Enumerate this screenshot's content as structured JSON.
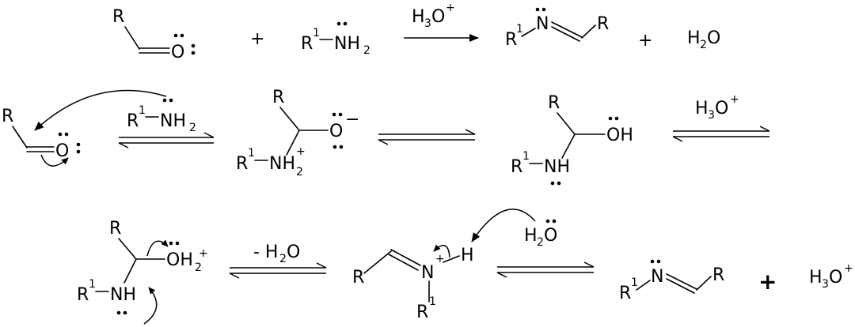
{
  "overall": {
    "r": "R",
    "o": "O",
    "plus1": "+",
    "r1": "R",
    "one": "1",
    "nh": "NH",
    "two": "2",
    "reagent": "H",
    "reagent_sub": "3",
    "reagent_o": "O",
    "reagent_sup": "+",
    "p_r1": "R",
    "p_one": "1",
    "p_n": "N",
    "p_r": "R",
    "plus2": "+",
    "water_h": "H",
    "water_sub": "2",
    "water_o": "O"
  },
  "step1": {
    "r": "R",
    "o": "O",
    "am_r": "R",
    "am_one": "1",
    "am_nh": "NH",
    "am_two": "2",
    "z_r": "R",
    "z_o": "O",
    "z_minus": "−",
    "z_r1": "R",
    "z_one": "1",
    "z_nh": "NH",
    "z_two": "2",
    "z_plus": "+",
    "c_r": "R",
    "c_oh": "OH",
    "c_r1": "R",
    "c_one": "1",
    "c_nh": "NH",
    "reagent": "H",
    "reagent_sub": "3",
    "reagent_o": "O",
    "reagent_sup": "+"
  },
  "step2": {
    "r": "R",
    "oh": "OH",
    "oh_two": "2",
    "oh_plus": "+",
    "r1": "R",
    "one": "1",
    "nh": "NH",
    "loss": "- H",
    "loss_sub": "2",
    "loss_o": "O",
    "im_r": "R",
    "im_n": "N",
    "im_plus": "+",
    "im_h": "H",
    "im_r1": "R",
    "im_one": "1",
    "w_h": "H",
    "w_sub": "2",
    "w_o": "O",
    "p_r1": "R",
    "p_one": "1",
    "p_n": "N",
    "p_r": "R",
    "plus": "+",
    "h3o": "H",
    "h3o_sub": "3",
    "h3o_o": "O",
    "h3o_sup": "+"
  }
}
